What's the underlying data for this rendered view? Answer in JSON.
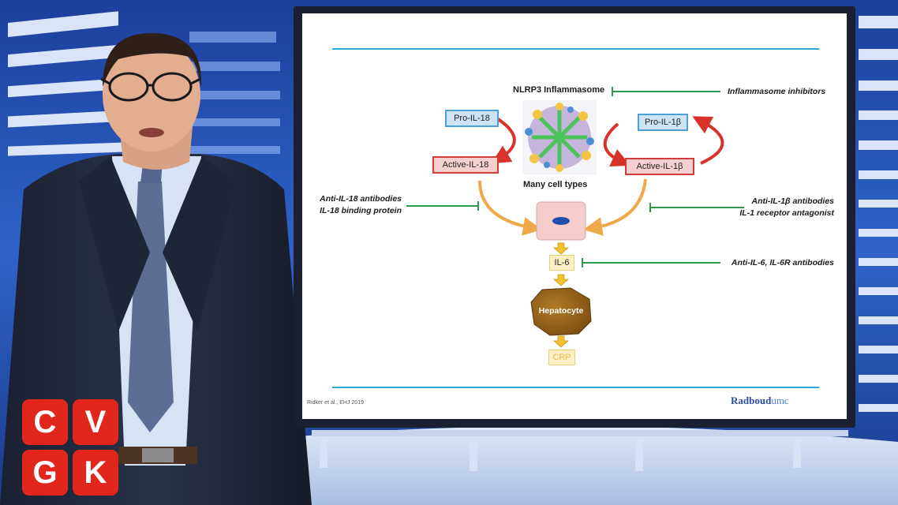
{
  "slide": {
    "title_top": "NLRP3 Inflammasome",
    "inhibitor_inflammasome": "Inflammasome inhibitors",
    "pro_il18": "Pro-IL-18",
    "active_il18": "Active-IL-18",
    "pro_il1b": "Pro-IL-1β",
    "active_il1b": "Active-IL-1β",
    "many_cell_types": "Many cell types",
    "anti_il18_line1": "Anti-IL-18 antibodies",
    "anti_il18_line2": "IL-18 binding protein",
    "anti_il1b_line1": "Anti-IL-1β antibodies",
    "anti_il1b_line2": "IL-1 receptor antagonist",
    "il6": "IL-6",
    "anti_il6": "Anti-IL-6, IL-6R antibodies",
    "hepatocyte": "Hepatocyte",
    "crp": "CRP",
    "citation": "Ridker et al., EHJ 2019",
    "brand_bold": "Radboud",
    "brand_light": "umc"
  },
  "logo": {
    "letters": [
      "C",
      "V",
      "G",
      "K"
    ],
    "color": "#e1261c"
  },
  "colors": {
    "accent_line": "#2aa8d8",
    "inhibitor_green": "#2e9b4c",
    "arrow_red": "#d9322a",
    "arrow_orange": "#f0a94a"
  }
}
